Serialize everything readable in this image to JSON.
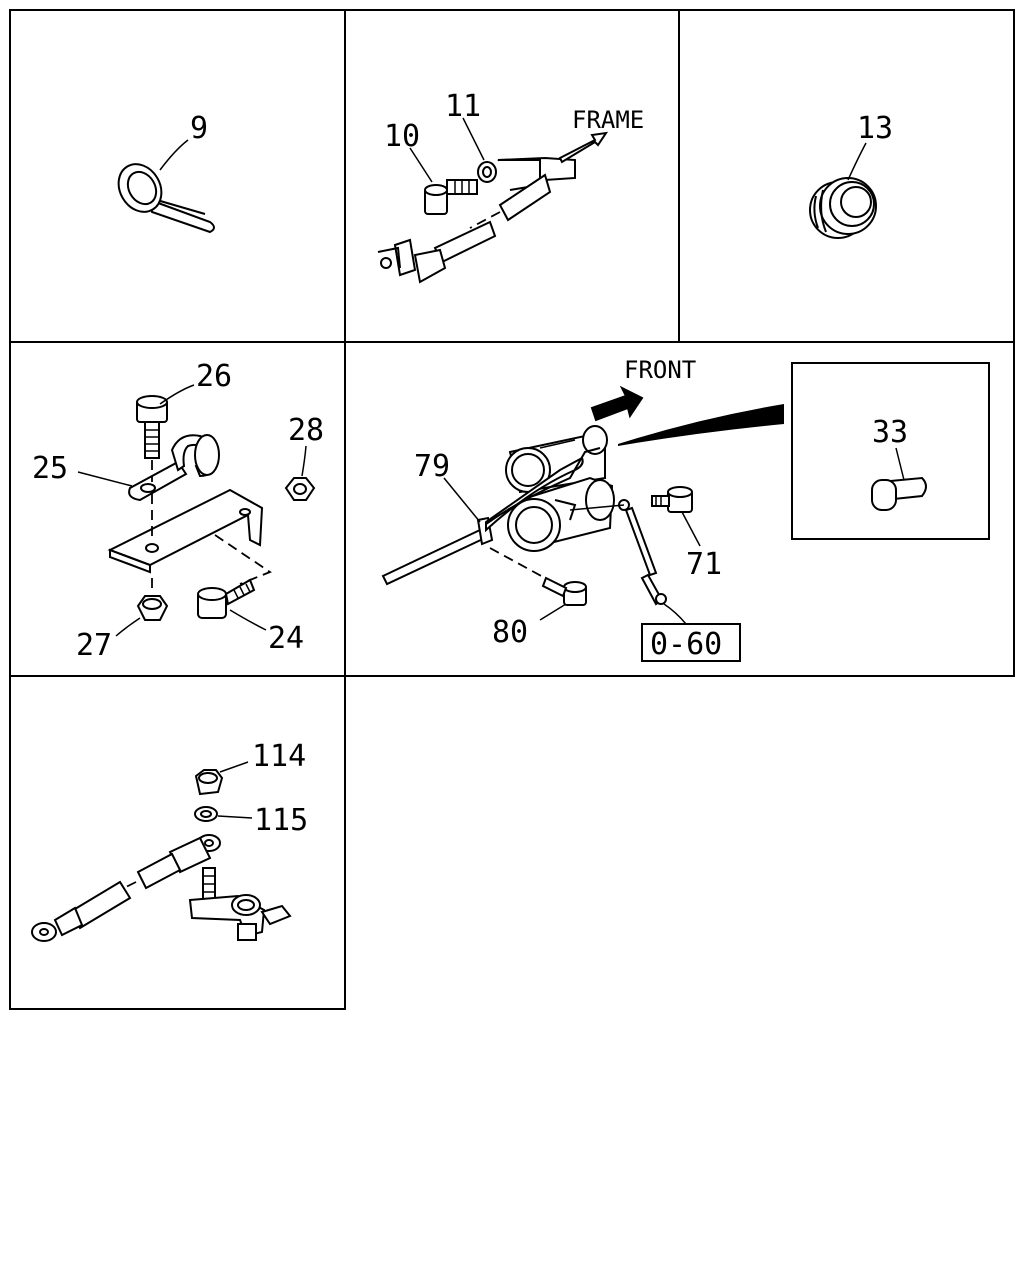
{
  "labels": {
    "p9": "9",
    "p10": "10",
    "p11": "11",
    "frame": "FRAME",
    "p13": "13",
    "p26": "26",
    "p28": "28",
    "p25": "25",
    "p27": "27",
    "p24": "24",
    "front": "FRONT",
    "p79": "79",
    "p71": "71",
    "p80": "80",
    "ref": "0-60",
    "p33": "33",
    "p114": "114",
    "p115": "115"
  }
}
